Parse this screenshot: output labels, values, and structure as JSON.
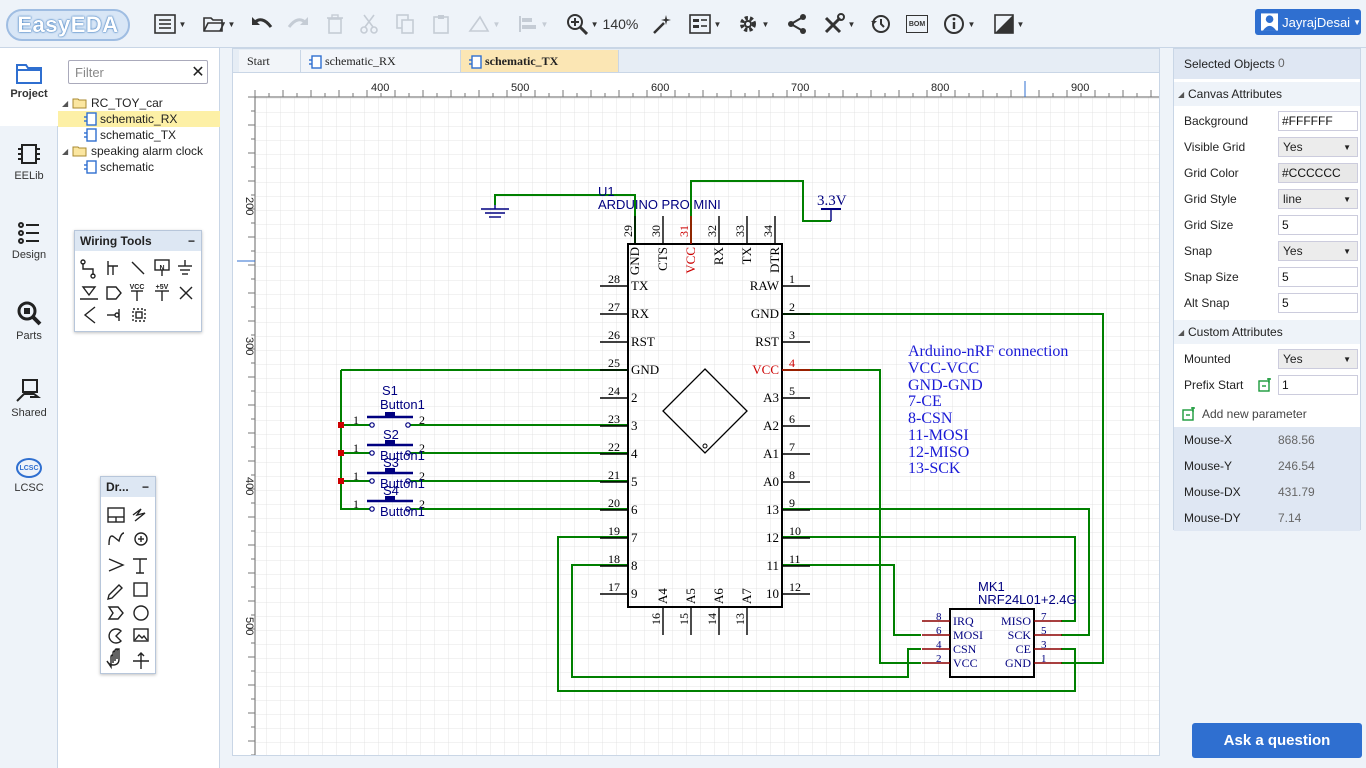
{
  "app": {
    "logo_text": "EasyEDA"
  },
  "toolbar": {
    "zoom_label": "140%",
    "bom_label": "BOM",
    "user_name": "JayrajDesai"
  },
  "rail": {
    "items": [
      {
        "label": "Project"
      },
      {
        "label": "EELib"
      },
      {
        "label": "Design"
      },
      {
        "label": "Parts"
      },
      {
        "label": "Shared"
      },
      {
        "label": "LCSC"
      }
    ],
    "lcsc_badge": "LCSC"
  },
  "project": {
    "filter_placeholder": "Filter",
    "filter_clear": "✕",
    "tree": [
      {
        "label": "RC_TOY_car",
        "type": "folder"
      },
      {
        "label": "schematic_RX",
        "type": "schematic",
        "selected": true
      },
      {
        "label": "schematic_TX",
        "type": "schematic"
      },
      {
        "label": "speaking alarm clock",
        "type": "folder"
      },
      {
        "label": "schematic",
        "type": "schematic"
      }
    ]
  },
  "wiring_tools": {
    "title": "Wiring Tools",
    "collapse": "−"
  },
  "drawing_tools": {
    "title": "Dr...",
    "collapse": "−"
  },
  "tabs": [
    {
      "label": "Start"
    },
    {
      "label": "schematic_RX"
    },
    {
      "label": "schematic_TX",
      "active": true
    }
  ],
  "canvas": {
    "ruler_x": [
      "400",
      "500",
      "600",
      "700",
      "800",
      "900"
    ],
    "ruler_y": [
      "200",
      "300",
      "400",
      "500"
    ],
    "u1": {
      "ref": "U1",
      "name": "ARDUINO PRO MINI",
      "top_pins": [
        {
          "num": "29",
          "name": "GND"
        },
        {
          "num": "30",
          "name": "CTS"
        },
        {
          "num": "31",
          "name": "VCC"
        },
        {
          "num": "32",
          "name": "RX"
        },
        {
          "num": "33",
          "name": "TX"
        },
        {
          "num": "34",
          "name": "DTR"
        }
      ],
      "left_pins": [
        {
          "num": "28",
          "name": "TX"
        },
        {
          "num": "27",
          "name": "RX"
        },
        {
          "num": "26",
          "name": "RST"
        },
        {
          "num": "25",
          "name": "GND"
        },
        {
          "num": "24",
          "name": "2"
        },
        {
          "num": "23",
          "name": "3"
        },
        {
          "num": "22",
          "name": "4"
        },
        {
          "num": "21",
          "name": "5"
        },
        {
          "num": "20",
          "name": "6"
        },
        {
          "num": "19",
          "name": "7"
        },
        {
          "num": "18",
          "name": "8"
        },
        {
          "num": "17",
          "name": "9"
        }
      ],
      "right_pins": [
        {
          "num": "1",
          "name": "RAW"
        },
        {
          "num": "2",
          "name": "GND"
        },
        {
          "num": "3",
          "name": "RST"
        },
        {
          "num": "4",
          "name": "VCC"
        },
        {
          "num": "5",
          "name": "A3"
        },
        {
          "num": "6",
          "name": "A2"
        },
        {
          "num": "7",
          "name": "A1"
        },
        {
          "num": "8",
          "name": "A0"
        },
        {
          "num": "9",
          "name": "13"
        },
        {
          "num": "10",
          "name": "12"
        },
        {
          "num": "11",
          "name": "11"
        },
        {
          "num": "12",
          "name": "10"
        }
      ],
      "bottom_pins": [
        {
          "num": "16",
          "name": "A4"
        },
        {
          "num": "15",
          "name": "A5"
        },
        {
          "num": "14",
          "name": "A6"
        },
        {
          "num": "13",
          "name": "A7"
        }
      ]
    },
    "power_label": "3.3V",
    "switch_s1_ref": "S1",
    "switch_value": "Button1",
    "switch_refs": [
      "S2",
      "S3",
      "S4"
    ],
    "switch_pin1": "1",
    "switch_pin2": "2",
    "note_lines": [
      "Arduino-nRF connection",
      "VCC-VCC",
      "GND-GND",
      "7-CE",
      "8-CSN",
      "11-MOSI",
      "12-MISO",
      "13-SCK"
    ],
    "mk1": {
      "ref": "MK1",
      "name": "NRF24L01+2.4G",
      "left_pins": [
        {
          "num": "8",
          "name": "IRQ"
        },
        {
          "num": "6",
          "name": "MOSI"
        },
        {
          "num": "4",
          "name": "CSN"
        },
        {
          "num": "2",
          "name": "VCC"
        }
      ],
      "right_pins": [
        {
          "num": "7",
          "name": "MISO"
        },
        {
          "num": "5",
          "name": "SCK"
        },
        {
          "num": "3",
          "name": "CE"
        },
        {
          "num": "1",
          "name": "GND"
        }
      ]
    }
  },
  "props": {
    "selected_label": "Selected Objects",
    "selected_value": "0",
    "canvas_section": "Canvas Attributes",
    "background_label": "Background",
    "background_value": "#FFFFFF",
    "visible_grid_label": "Visible Grid",
    "visible_grid_value": "Yes",
    "grid_color_label": "Grid Color",
    "grid_color_value": "#CCCCCC",
    "grid_style_label": "Grid Style",
    "grid_style_value": "line",
    "grid_size_label": "Grid Size",
    "grid_size_value": "5",
    "snap_label": "Snap",
    "snap_value": "Yes",
    "snap_size_label": "Snap Size",
    "snap_size_value": "5",
    "alt_snap_label": "Alt Snap",
    "alt_snap_value": "5",
    "custom_section": "Custom Attributes",
    "mounted_label": "Mounted",
    "mounted_value": "Yes",
    "prefix_label": "Prefix Start",
    "prefix_value": "1",
    "add_param_label": "Add new parameter",
    "mouse_x_label": "Mouse-X",
    "mouse_x_value": "868.56",
    "mouse_y_label": "Mouse-Y",
    "mouse_y_value": "246.54",
    "mouse_dx_label": "Mouse-DX",
    "mouse_dx_value": "431.79",
    "mouse_dy_label": "Mouse-DY",
    "mouse_dy_value": "7.14"
  },
  "ask": {
    "label": "Ask a question"
  },
  "colors": {
    "accent": "#2f6fd0",
    "wire": "#008000",
    "component": "#000080",
    "pin_red": "#cc0000",
    "selected_tab": "#fbe6b4",
    "selected_tree": "#fdf0a6"
  }
}
